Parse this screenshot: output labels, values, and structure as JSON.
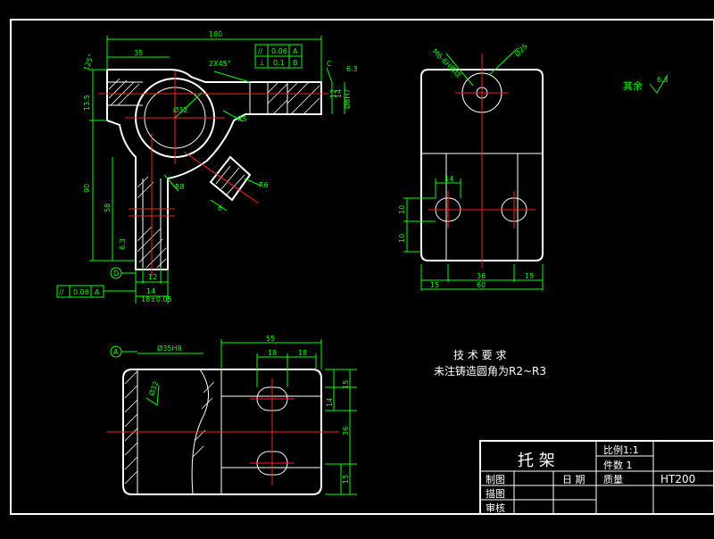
{
  "colors": {
    "background": "#000000",
    "outline": "#ffffff",
    "dimension": "#00ff00",
    "centerline": "#ff2020"
  },
  "view_top": {
    "dims": {
      "overall_length": "180",
      "left_offset": "35",
      "chamfer_note": "2X45°",
      "angle_top": "125°",
      "height_left": "13.5",
      "height_main": "90",
      "height_sub": "58",
      "bore": "Ø32",
      "slot_w": "12",
      "slot_h": "14",
      "depth_v": "Ø8H7",
      "rad_a": "R5",
      "rad_b": "R8",
      "boss_w": "12",
      "boss_w2": "14",
      "bottom_w": "18±0.05",
      "surface_c": "C",
      "roughness_a": "6.3",
      "roughness_b": "6.3",
      "datum_b": "B",
      "section_r": "R6",
      "section_h": "6"
    },
    "tolerance_frame": {
      "row1": {
        "symbol": "//",
        "value": "0.06",
        "datum": "A"
      },
      "row2": {
        "symbol": "⊥",
        "value": "0.1",
        "datum": "B"
      }
    },
    "datum_d": "D",
    "bottom_frame": {
      "symbol": "//",
      "value": "0.06",
      "datum": "A"
    }
  },
  "view_side": {
    "dims": {
      "hole_note": "M6-6H螺纹",
      "hole_dia": "Ø25",
      "slot_w": "14",
      "slot_h1": "10",
      "slot_h2": "10",
      "span_inner": "36",
      "span_total": "60",
      "edge_l": "15",
      "edge_r": "15"
    }
  },
  "view_bottom": {
    "dims": {
      "datum": "A",
      "bore_note": "Ø35H8",
      "length": "55",
      "slot_a": "18",
      "slot_b": "18",
      "bore_v": "Ø32",
      "h1": "15",
      "h2": "14",
      "h3": "36",
      "h4": "15"
    }
  },
  "surface_note": {
    "label": "其余",
    "roughness": "6.3"
  },
  "tech_req": {
    "title": "技 术 要 求",
    "line1": "未注铸造圆角为R2~R3"
  },
  "title_block": {
    "part_name": "托 架",
    "scale_label": "比例1:1",
    "qty_label": "件数 1",
    "drawn": "制图",
    "traced": "描图",
    "checked": "审核",
    "date": "日 期",
    "weight": "质量",
    "material": "HT200"
  }
}
